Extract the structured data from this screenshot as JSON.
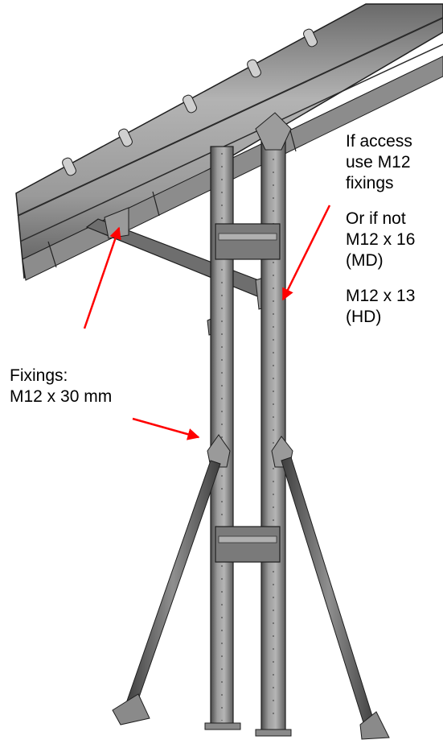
{
  "annotations": {
    "left_label": {
      "line1": "Fixings:",
      "line2": "M12 x 30 mm"
    },
    "right_note": {
      "line1": "If access",
      "line2": "use M12",
      "line3": "fixings",
      "line4": "Or if not",
      "line5": "M12 x 16",
      "line6": "(MD)",
      "line7": "M12 x 13",
      "line8": "(HD)"
    }
  },
  "colors": {
    "steel_light": "#a9a9a9",
    "steel_mid": "#8a8a8a",
    "steel_dark": "#4a4a4a",
    "outline": "#1e1e1e",
    "arrow": "#ff0000",
    "text": "#000000"
  }
}
